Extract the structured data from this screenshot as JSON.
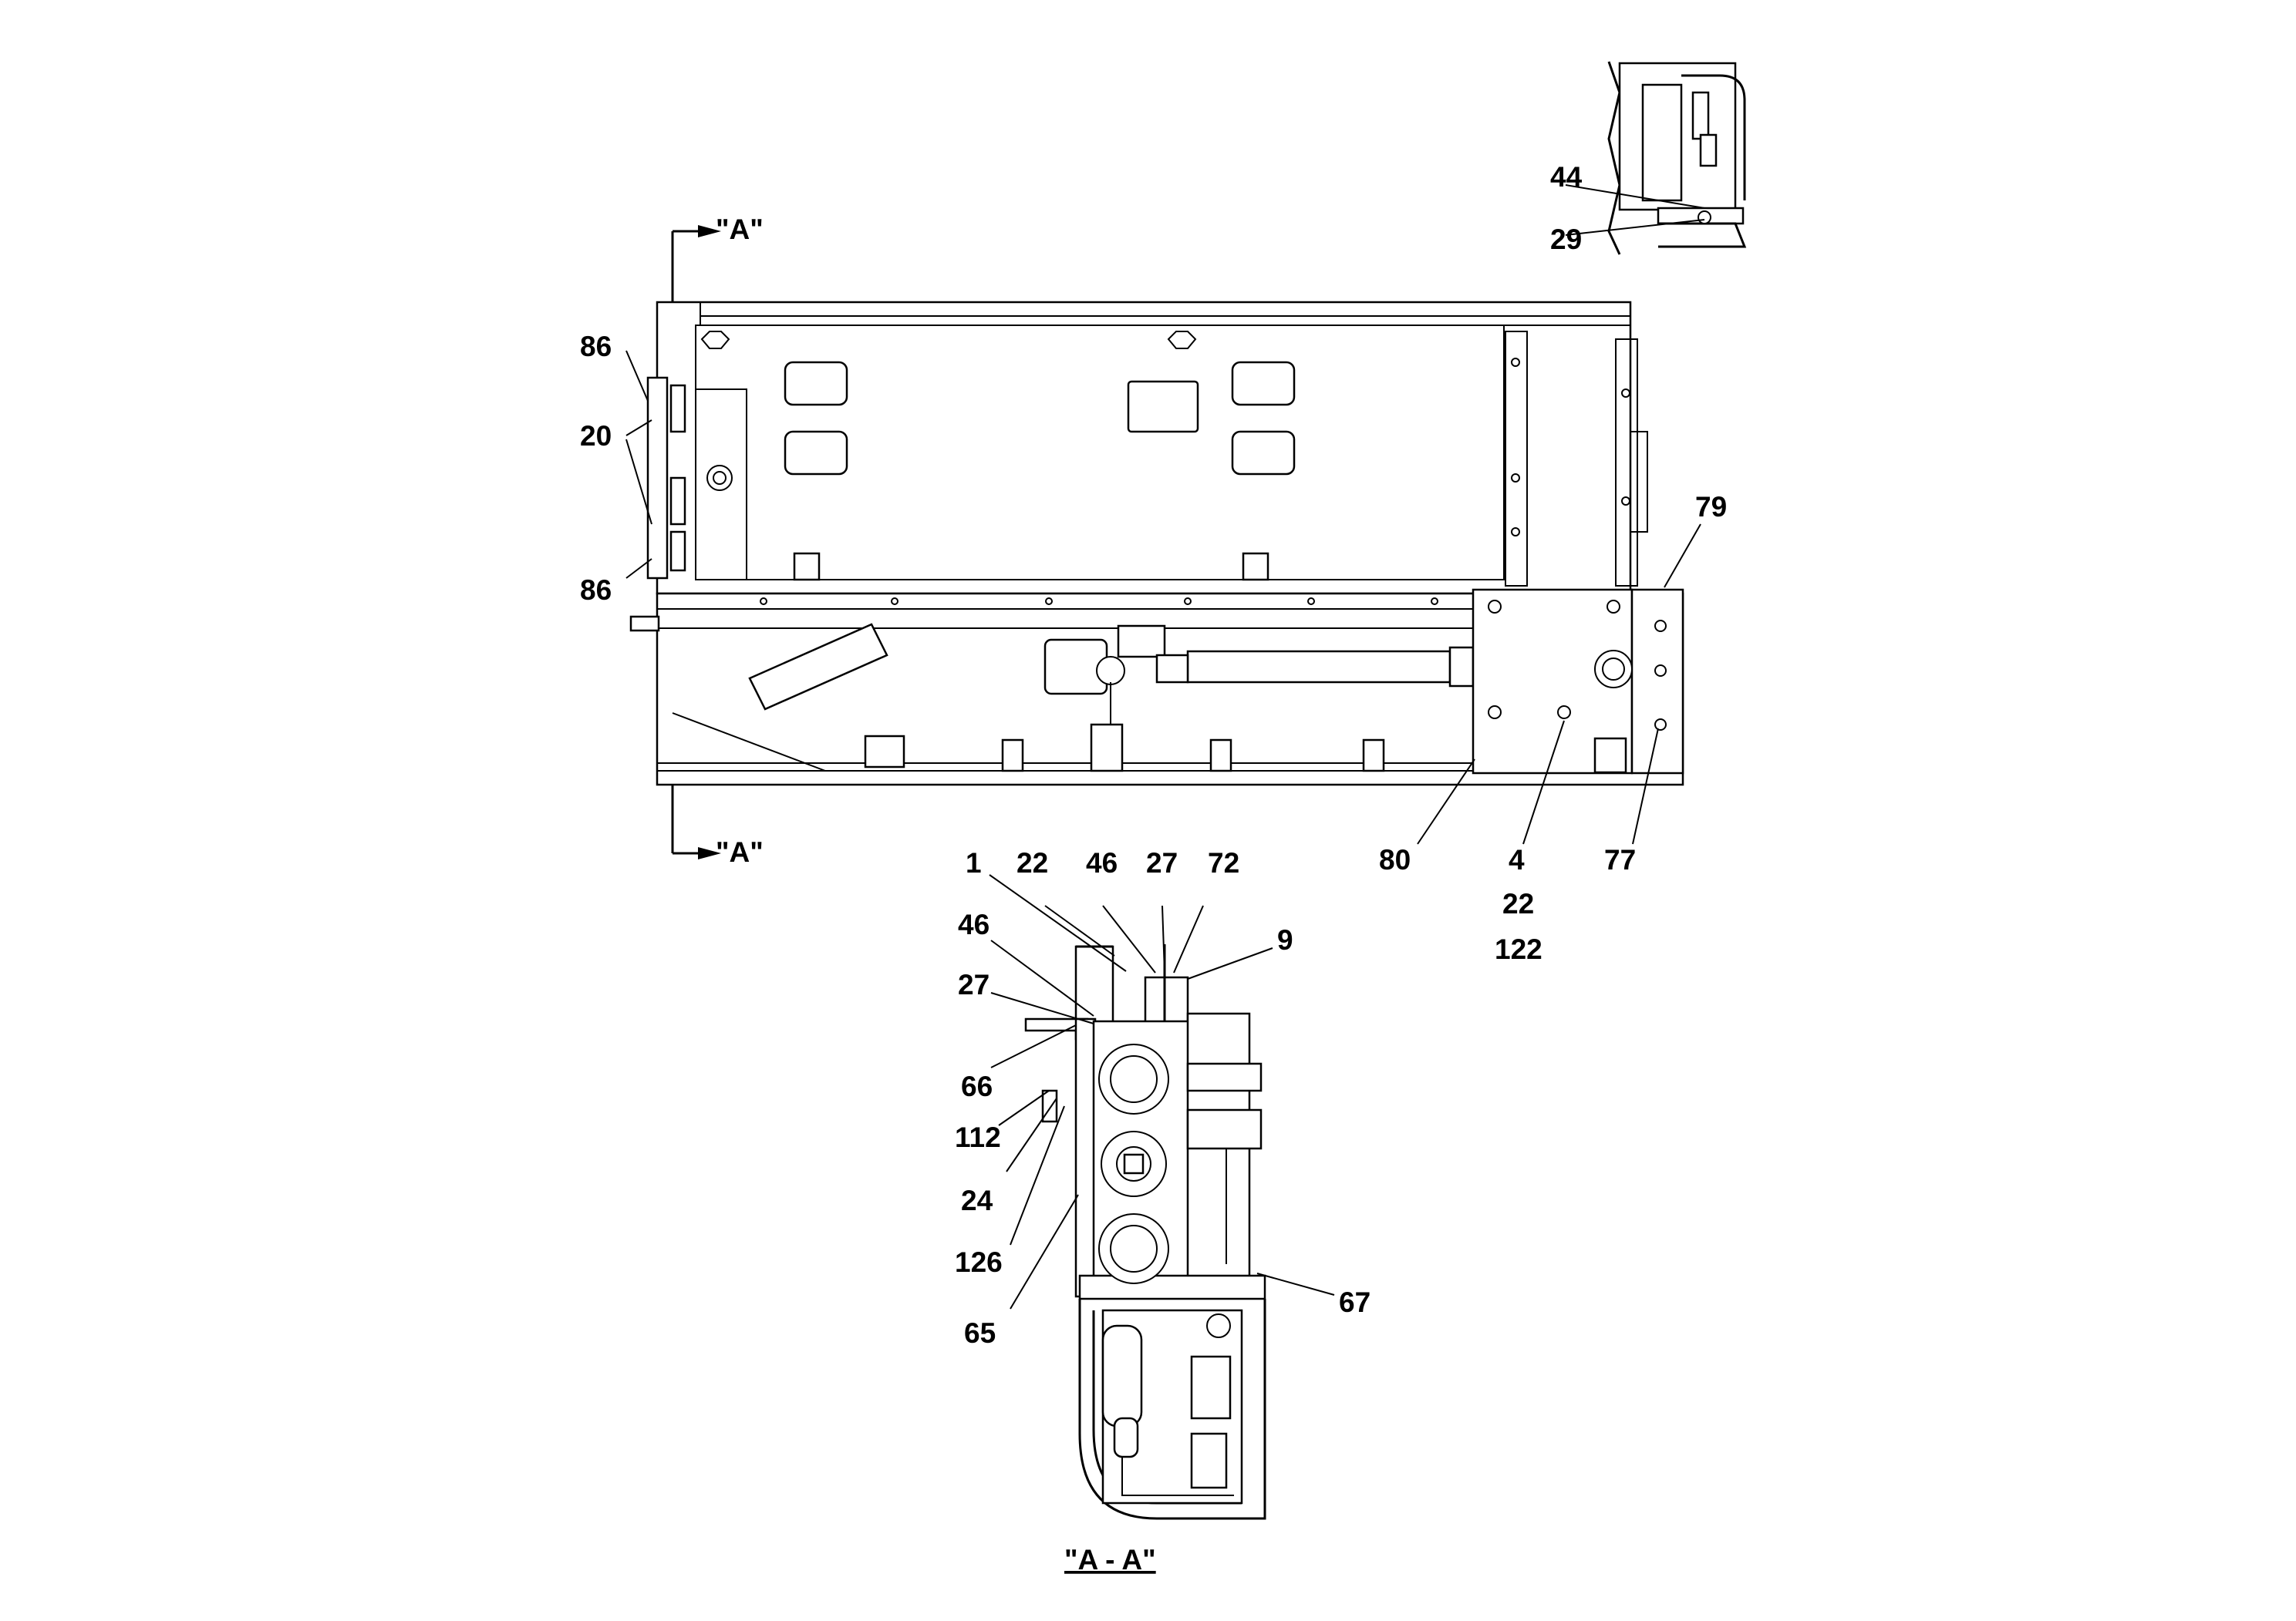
{
  "drawing": {
    "section_marker_top": "\"A\"",
    "section_marker_bottom": "\"A\"",
    "section_title": "\"A - A\""
  },
  "callouts": {
    "c44": "44",
    "c29": "29",
    "c86a": "86",
    "c20": "20",
    "c86b": "86",
    "c79": "79",
    "c80": "80",
    "c4": "4",
    "c22a": "22",
    "c122": "122",
    "c77": "77",
    "c1": "1",
    "c22b": "22",
    "c46a": "46",
    "c27a": "27",
    "c72": "72",
    "c9": "9",
    "c46b": "46",
    "c27b": "27",
    "c66": "66",
    "c112": "112",
    "c24": "24",
    "c126": "126",
    "c65": "65",
    "c67": "67"
  }
}
